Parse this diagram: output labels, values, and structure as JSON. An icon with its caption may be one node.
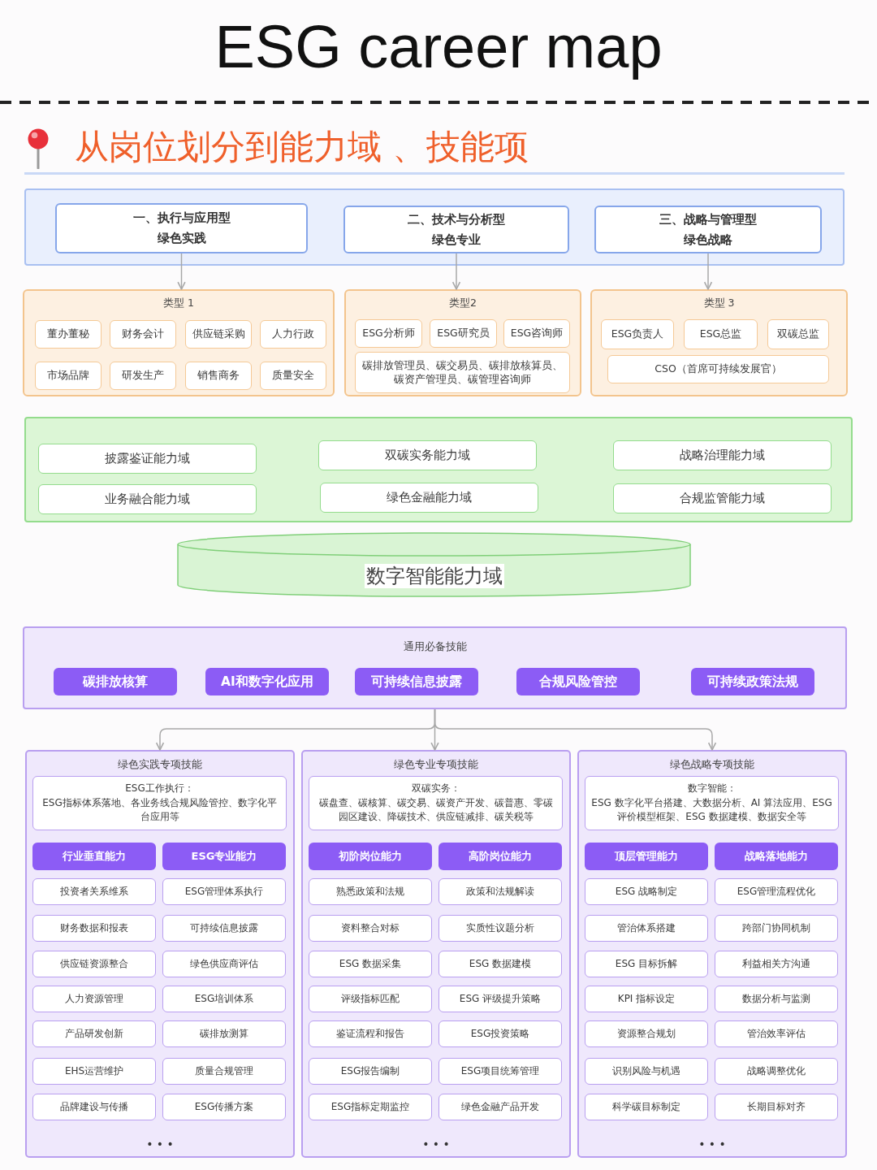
{
  "diagram": {
    "title": "ESG career map",
    "nodes": [
      {
        "text": [],
        "shape": "box"
      },
      {
        "text": [
          "一、执行与应用型",
          "绿色实践"
        ],
        "in": 0
      },
      {
        "text": [
          "二、技术与分析型",
          "绿色专业"
        ],
        "in": 0
      },
      {
        "text": [
          "三、战略与管理型",
          "绿色战略"
        ],
        "in": 0
      },
      {
        "text": [
          "类型 1"
        ]
      },
      {
        "text": [
          "董办董秘"
        ],
        "in": 4
      },
      {
        "text": [
          "财务会计"
        ],
        "in": 4
      },
      {
        "text": [
          "供应链采购"
        ],
        "in": 4
      },
      {
        "text": [
          "人力行政"
        ],
        "in": 4
      },
      {
        "text": [
          "市场品牌"
        ],
        "in": 4
      },
      {
        "text": [
          "研发生产"
        ],
        "in": 4
      },
      {
        "text": [
          "销售商务"
        ],
        "in": 4
      },
      {
        "text": [
          "质量安全"
        ],
        "in": 4
      },
      {
        "text": [
          "类型2"
        ]
      },
      {
        "text": [
          "ESG分析师"
        ],
        "in": 13
      },
      {
        "text": [
          "ESG研究员"
        ],
        "in": 13
      },
      {
        "text": [
          "ESG咨询师"
        ],
        "in": 13
      },
      {
        "text": [
          "碳排放管理员、碳交易员、碳排放核算员、碳资产管理员、碳管理咨询师"
        ],
        "in": 13
      },
      {
        "text": [
          "类型 3"
        ]
      },
      {
        "text": [
          "ESG负责人"
        ],
        "in": 18
      },
      {
        "text": [
          "ESG总监"
        ],
        "in": 18
      },
      {
        "text": [
          "双碳总监"
        ],
        "in": 18
      },
      {
        "text": [
          "CSO（首席可持续发展官）"
        ],
        "in": 18
      },
      {
        "text": [],
        "shape": "box"
      },
      {
        "text": [
          "披露鉴证能力域"
        ],
        "in": 23
      },
      {
        "text": [
          "双碳实务能力域"
        ],
        "in": 23
      },
      {
        "text": [
          "战略治理能力域"
        ],
        "in": 23
      },
      {
        "text": [
          "业务融合能力域"
        ],
        "in": 23
      },
      {
        "text": [
          "绿色金融能力域"
        ],
        "in": 23
      },
      {
        "text": [
          "合规监管能力域"
        ],
        "in": 23
      },
      {
        "text": [
          "数字智能能力域"
        ]
      },
      {
        "text": [
          "通用必备技能"
        ]
      },
      {
        "text": [
          "碳排放核算"
        ],
        "in": 31
      },
      {
        "text": [
          "AI和数字化应用"
        ],
        "in": 31
      },
      {
        "text": [
          "可持续信息披露"
        ],
        "in": 31
      },
      {
        "text": [
          "合规风险管控"
        ],
        "in": 31
      },
      {
        "text": [
          "可持续政策法规"
        ],
        "in": 31
      },
      {
        "text": [
          "绿色实践专项技能"
        ]
      },
      {
        "text": [
          "ESG工作执行：",
          "ESG指标体系落地、各业务线合规风险管控、数字化平台应用等"
        ],
        "in": 37
      },
      {
        "text": [
          "行业垂直能力"
        ],
        "in": 37
      },
      {
        "text": [
          "ESG专业能力"
        ],
        "in": 37
      },
      {
        "text": [
          "投资者关系维系"
        ],
        "in": 37
      },
      {
        "text": [
          "ESG管理体系执行"
        ],
        "in": 37
      },
      {
        "text": [
          "财务数据和报表"
        ],
        "in": 37
      },
      {
        "text": [
          "可持续信息披露"
        ],
        "in": 37
      },
      {
        "text": [
          "供应链资源整合"
        ],
        "in": 37
      },
      {
        "text": [
          "绿色供应商评估"
        ],
        "in": 37
      },
      {
        "text": [
          "人力资源管理"
        ],
        "in": 37
      },
      {
        "text": [
          "ESG培训体系"
        ],
        "in": 37
      },
      {
        "text": [
          "产品研发创新"
        ],
        "in": 37
      },
      {
        "text": [
          "碳排放测算"
        ],
        "in": 37
      },
      {
        "text": [
          "EHS运营维护"
        ],
        "in": 37
      },
      {
        "text": [
          "质量合规管理"
        ],
        "in": 37
      },
      {
        "text": [
          "品牌建设与传播"
        ],
        "in": 37
      },
      {
        "text": [
          "ESG传播方案"
        ],
        "in": 37
      },
      {
        "text": [
          "绿色专业专项技能"
        ]
      },
      {
        "text": [
          "双碳实务：",
          "碳盘查、碳核算、碳交易、碳资产开发、碳普惠、零碳园区建设、降碳技术、供应链减排、碳关税等"
        ],
        "in": 55
      },
      {
        "text": [
          "初阶岗位能力"
        ],
        "in": 55
      },
      {
        "text": [
          "高阶岗位能力"
        ],
        "in": 55
      },
      {
        "text": [
          "熟悉政策和法规"
        ],
        "in": 55
      },
      {
        "text": [
          "政策和法规解读"
        ],
        "in": 55
      },
      {
        "text": [
          "资料整合对标"
        ],
        "in": 55
      },
      {
        "text": [
          "实质性议题分析"
        ],
        "in": 55
      },
      {
        "text": [
          "ESG 数据采集"
        ],
        "in": 55
      },
      {
        "text": [
          "ESG 数据建模"
        ],
        "in": 55
      },
      {
        "text": [
          "评级指标匹配"
        ],
        "in": 55
      },
      {
        "text": [
          "ESG 评级提升策略"
        ],
        "in": 55
      },
      {
        "text": [
          "鉴证流程和报告"
        ],
        "in": 55
      },
      {
        "text": [
          "ESG投资策略"
        ],
        "in": 55
      },
      {
        "text": [
          "ESG报告编制"
        ],
        "in": 55
      },
      {
        "text": [
          "ESG项目统筹管理"
        ],
        "in": 55
      },
      {
        "text": [
          "ESG指标定期监控"
        ],
        "in": 55
      },
      {
        "text": [
          "绿色金融产品开发"
        ],
        "in": 55
      },
      {
        "text": [
          "绿色战略专项技能"
        ]
      },
      {
        "text": [
          "数字智能：",
          "ESG 数字化平台搭建、大数据分析、AI 算法应用、ESG评价模型框架、ESG 数据建模、数据安全等"
        ],
        "in": 73
      },
      {
        "text": [
          "顶层管理能力"
        ],
        "in": 73
      },
      {
        "text": [
          "战略落地能力"
        ],
        "in": 73
      },
      {
        "text": [
          "ESG 战略制定"
        ],
        "in": 73
      },
      {
        "text": [
          "ESG管理流程优化"
        ],
        "in": 73
      },
      {
        "text": [
          "管治体系搭建"
        ],
        "in": 73
      },
      {
        "text": [
          "跨部门协同机制"
        ],
        "in": 73
      },
      {
        "text": [
          "ESG 目标拆解"
        ],
        "in": 73
      },
      {
        "text": [
          "利益相关方沟通"
        ],
        "in": 73
      },
      {
        "text": [
          "KPI 指标设定"
        ],
        "in": 73
      },
      {
        "text": [
          "数据分析与监测"
        ],
        "in": 73
      },
      {
        "text": [
          "资源整合规划"
        ],
        "in": 73
      },
      {
        "text": [
          "管治效率评估"
        ],
        "in": 73
      },
      {
        "text": [
          "识别风险与机遇"
        ],
        "in": 73
      },
      {
        "text": [
          "战略调整优化"
        ],
        "in": 73
      },
      {
        "text": [
          "科学碳目标制定"
        ],
        "in": 73
      },
      {
        "text": [
          "长期目标对齐"
        ],
        "in": 73
      }
    ],
    "edges": [
      {
        "from": 1,
        "to": 4,
        "arrow": "to"
      },
      {
        "from": 2,
        "to": 13,
        "arrow": "to"
      },
      {
        "from": 3,
        "to": 18,
        "arrow": "to"
      },
      {
        "from": 31,
        "to": 37,
        "arrow": "to"
      },
      {
        "from": 31,
        "to": 55,
        "arrow": "to"
      },
      {
        "from": 31,
        "to": 73,
        "arrow": "to"
      }
    ],
    "labels": [
      "从岗位划分到能力域 、技能项",
      "• • •",
      "• • •",
      "• • •"
    ]
  }
}
